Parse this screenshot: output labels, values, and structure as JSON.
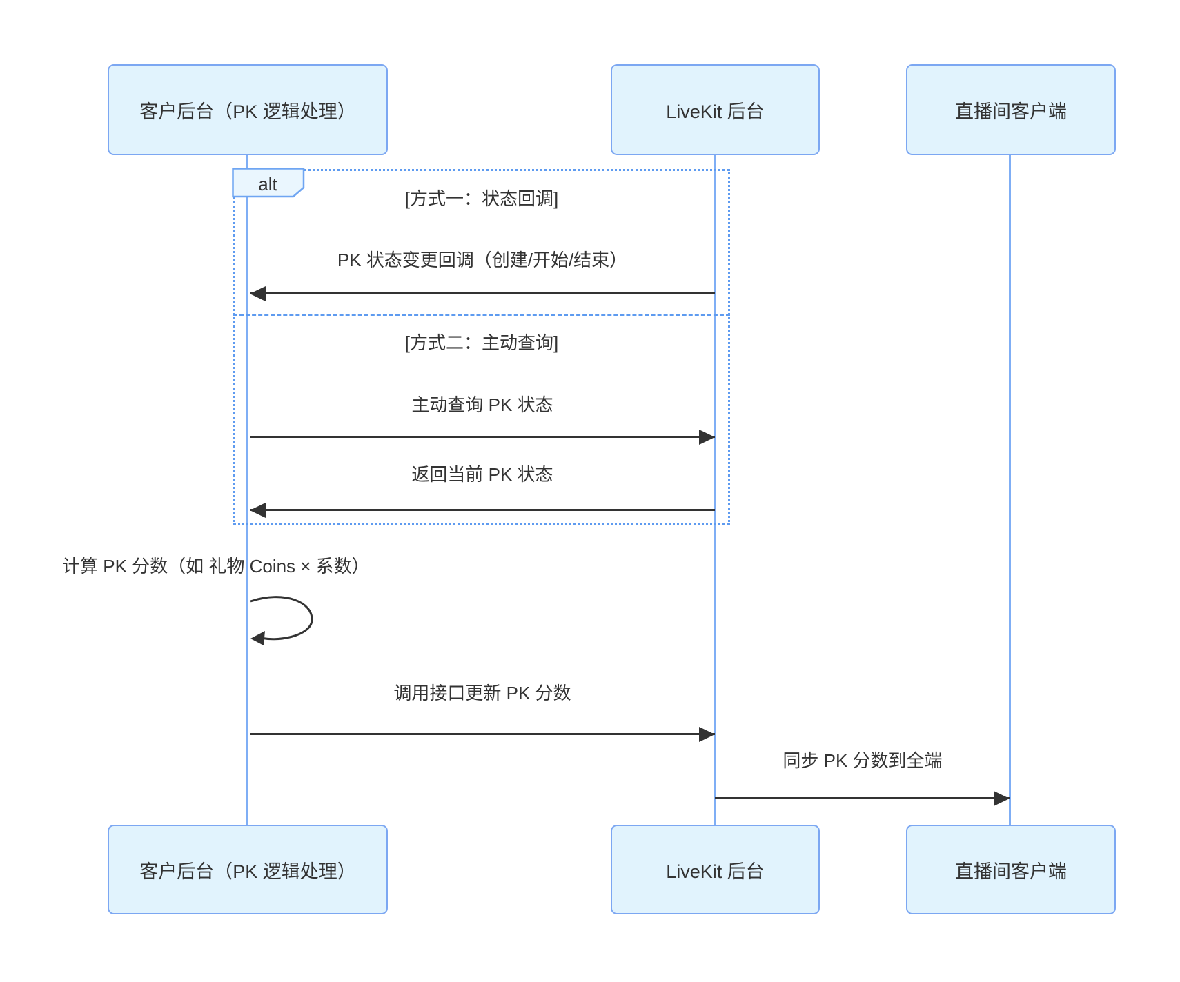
{
  "diagram": {
    "type": "sequence-diagram",
    "actors": [
      {
        "label": "客户后台（PK 逻辑处理）"
      },
      {
        "label": "LiveKit 后台"
      },
      {
        "label": "直播间客户端"
      }
    ],
    "alt_frame": {
      "label": "alt",
      "sections": [
        {
          "condition": "[方式一：状态回调]"
        },
        {
          "condition": "[方式二：主动查询]"
        }
      ]
    },
    "messages": [
      {
        "text": "PK 状态变更回调（创建/开始/结束）",
        "from": "LiveKit 后台",
        "to": "客户后台（PK 逻辑处理）",
        "direction": "left"
      },
      {
        "text": "主动查询 PK 状态",
        "from": "客户后台（PK 逻辑处理）",
        "to": "LiveKit 后台",
        "direction": "right"
      },
      {
        "text": "返回当前 PK 状态",
        "from": "LiveKit 后台",
        "to": "客户后台（PK 逻辑处理）",
        "direction": "left"
      },
      {
        "text": "计算 PK 分数（如 礼物 Coins × 系数）",
        "from": "客户后台（PK 逻辑处理）",
        "to": "客户后台（PK 逻辑处理）",
        "direction": "self"
      },
      {
        "text": "调用接口更新 PK 分数",
        "from": "客户后台（PK 逻辑处理）",
        "to": "LiveKit 后台",
        "direction": "right"
      },
      {
        "text": "同步 PK 分数到全端",
        "from": "LiveKit 后台",
        "to": "直播间客户端",
        "direction": "right"
      }
    ],
    "colors": {
      "actor_fill": "#e1f3fd",
      "actor_border": "#7ca7f2",
      "lifeline": "#7faef5",
      "frame_border": "#5e9bf0",
      "arrow": "#333333",
      "text": "#333333"
    }
  }
}
